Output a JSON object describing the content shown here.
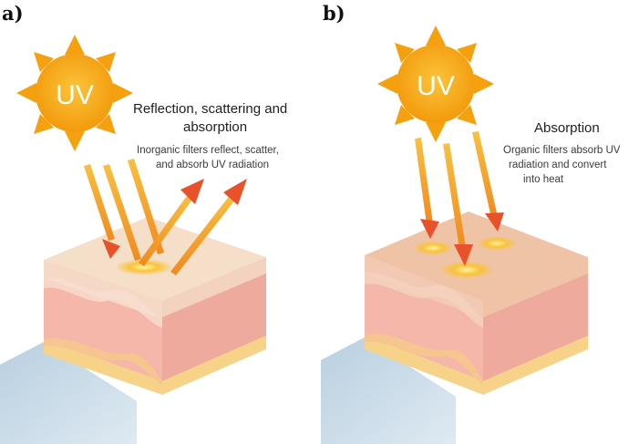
{
  "panel_a": {
    "letter": "a)",
    "sun_label": "UV",
    "title_lines": [
      "Reflection, scattering and",
      "absorption"
    ],
    "desc_lines": [
      "Inorganic filters reflect, scatter,",
      "and absorb UV radiation"
    ]
  },
  "panel_b": {
    "letter": "b)",
    "sun_label": "UV",
    "title": "Absorption",
    "desc_lines": [
      "Organic filters absorb UV",
      "radiation and convert",
      "into heat"
    ]
  },
  "colors": {
    "sun": "#f5a00f",
    "sun_center": "#f8b92a",
    "skin_top": "#f5d8c2",
    "skin_front": "#f4b7aa",
    "skin_side": "#efaca0",
    "fat_layer": "#f7d88e",
    "base_blue": "#c9dbe8",
    "arrow": "#f0a020",
    "arrow_head": "#e8522a"
  }
}
